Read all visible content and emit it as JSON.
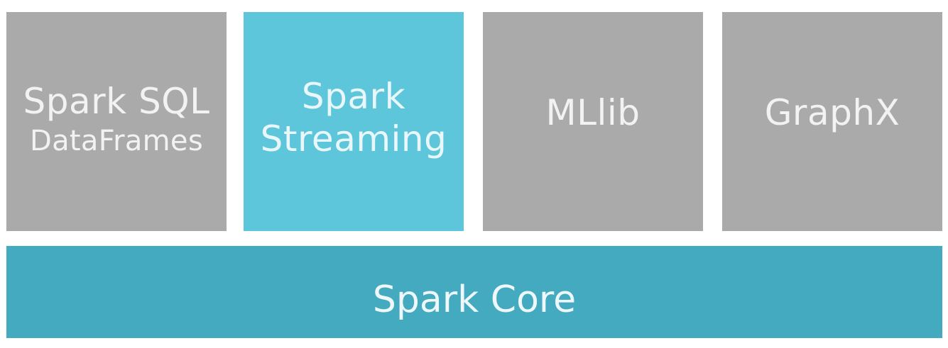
{
  "diagram": {
    "top_row": [
      {
        "id": "spark-sql",
        "lines": [
          "Spark SQL",
          "DataFrames"
        ],
        "color": "#aaaaaa"
      },
      {
        "id": "spark-streaming",
        "lines": [
          "Spark",
          "Streaming"
        ],
        "color": "#5ec6da"
      },
      {
        "id": "mllib",
        "lines": [
          "MLlib"
        ],
        "color": "#aaaaaa"
      },
      {
        "id": "graphx",
        "lines": [
          "GraphX"
        ],
        "color": "#aaaaaa"
      }
    ],
    "base": {
      "id": "spark-core",
      "label": "Spark Core",
      "color": "#44aabf"
    }
  }
}
